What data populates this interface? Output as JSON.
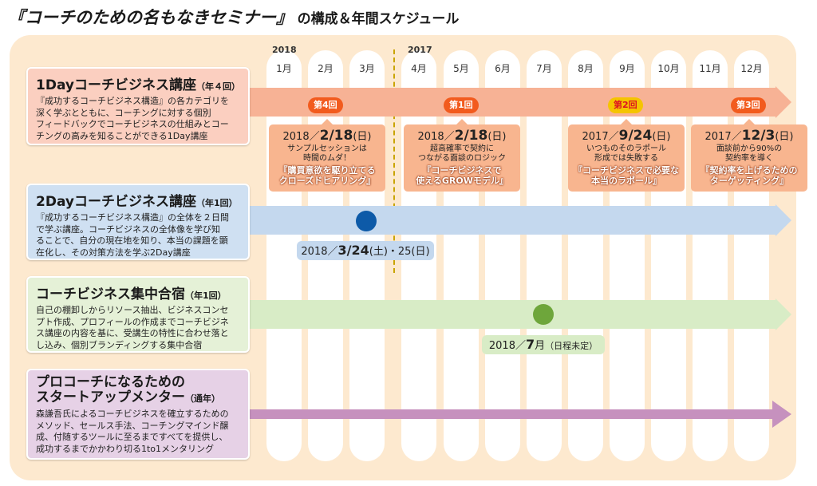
{
  "title": {
    "main": "『コーチのための名もなきセミナー』",
    "sub": "の構成＆年間スケジュール"
  },
  "years": {
    "y2018": "2018",
    "y2017": "2017"
  },
  "months": [
    "1月",
    "2月",
    "3月",
    "4月",
    "5月",
    "6月",
    "7月",
    "8月",
    "9月",
    "10月",
    "11月",
    "12月"
  ],
  "colors": {
    "panel": "#fde9cf",
    "band1": "#f7b295",
    "band2": "#c4d8ee",
    "band3": "#d8ecc6",
    "band4": "#c691be",
    "card1": "#fbcfc0",
    "card2": "#cfe0f2",
    "card3": "#e5f1d7",
    "card4": "#e6d1e6",
    "dot2": "#0d5aa8",
    "dot3": "#6ea63b"
  },
  "programs": [
    {
      "name": "1Dayコーチビジネス講座",
      "freq": "（年４回）",
      "desc": [
        "『成功するコーチビジネス構造』の各カテゴリを",
        "深く学ぶとともに、コーチングに対する個別",
        "フィードバックでコーチビジネスの仕組みとコー",
        "チングの高みを知ることができる1Day講座"
      ]
    },
    {
      "name": "2Dayコーチビジネス講座",
      "freq": "（年1回）",
      "desc": [
        "『成功するコーチビジネス構造』の全体を２日間",
        "で学ぶ講座。コーチビジネスの全体像を学び知",
        "ることで、自分の現在地を知り、本当の課題を顕",
        "在化し、その対策方法を学ぶ2Day講座"
      ]
    },
    {
      "name": "コーチビジネス集中合宿",
      "freq": "（年1回）",
      "desc": [
        "自己の棚卸しからリソース抽出、ビジネスコンセ",
        "プト作成、プロフィールの作成までコーチビジネ",
        "ス講座の内容を基に、受講生の特性に合わせ落と",
        "し込み、個別ブランディングする集中合宿"
      ]
    },
    {
      "name_lines": [
        "プロコーチになるための",
        "スタートアップメンター"
      ],
      "freq": "（通年）",
      "desc": [
        "森謙吾氏によるコーチビジネスを確立するための",
        "メソッド、セールス手法、コーチングマインド醸",
        "成、付随するツールに至るまですべてを提供し、",
        "成功するまでかかわり切る1to1メンタリング"
      ]
    }
  ],
  "sessions": [
    {
      "badge": "第4回",
      "year": "2018／",
      "date": "2/18",
      "dow": "(日)",
      "desc": [
        "サンプルセッションは",
        "時間のムダ！"
      ],
      "book": [
        "『購買意欲を駆り立てる",
        "クローズドヒアリング』"
      ]
    },
    {
      "badge": "第1回",
      "year": "2018／",
      "date": "2/18",
      "dow": "(日)",
      "desc": [
        "超高確率で契約に",
        "つながる面談のロジック"
      ],
      "book": [
        "『コーチビジネスで",
        "使えるGROWモデル』"
      ]
    },
    {
      "badge": "第2回",
      "year": "2017／",
      "date": "9/24",
      "dow": "(日)",
      "desc": [
        "いつものそのラポール",
        "形成では失敗する"
      ],
      "book": [
        "『コーチビジネスで必要な",
        "本当のラポール』"
      ]
    },
    {
      "badge": "第3回",
      "year": "2017／",
      "date": "12/3",
      "dow": "(日)",
      "desc": [
        "面談前から90%の",
        "契約率を導く"
      ],
      "book": [
        "『契約率を上げるための",
        "ターゲッティング』"
      ]
    }
  ],
  "event2day": {
    "year": "2018／",
    "date": "3/24",
    "rest": "(土)・25(日)"
  },
  "eventCamp": {
    "year": "2018／",
    "date": "7",
    "rest": "月",
    "note": "（日程未定）"
  }
}
